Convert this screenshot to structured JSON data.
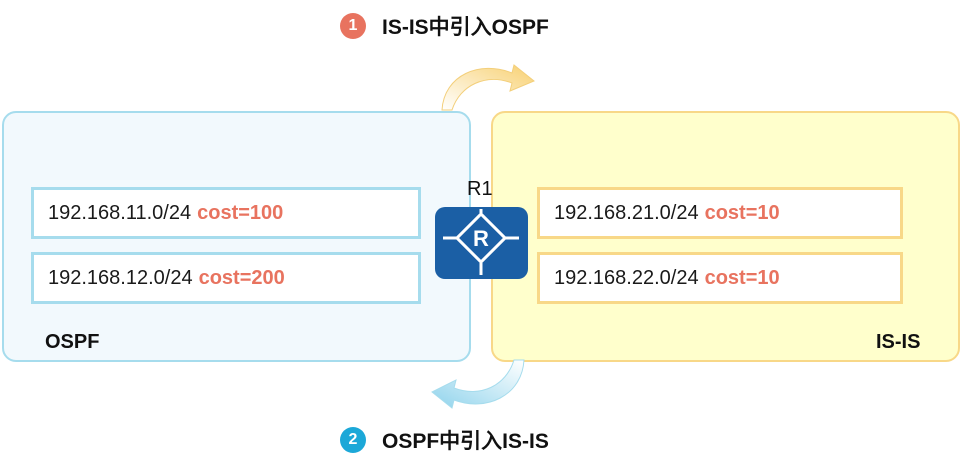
{
  "steps": [
    {
      "number": "1",
      "label": "IS-IS中引入OSPF",
      "color": "#e8735f"
    },
    {
      "number": "2",
      "label": "OSPF中引入IS-IS",
      "color": "#1ca8d8"
    }
  ],
  "router": {
    "name": "R1",
    "icon": "router-icon"
  },
  "ospf_area": {
    "label": "OSPF",
    "routes": [
      {
        "prefix": "192.168.11.0/24",
        "cost": "cost=100"
      },
      {
        "prefix": "192.168.12.0/24",
        "cost": "cost=200"
      }
    ]
  },
  "isis_area": {
    "label": "IS-IS",
    "routes": [
      {
        "prefix": "192.168.21.0/24",
        "cost": "cost=10"
      },
      {
        "prefix": "192.168.22.0/24",
        "cost": "cost=10"
      }
    ]
  },
  "colors": {
    "ospf_fill": "#f2f9fd",
    "ospf_border": "#a6dced",
    "isis_fill": "#ffffcc",
    "isis_border": "#f8d888",
    "cost_text": "#e8735f",
    "router": "#1b5fa5"
  }
}
